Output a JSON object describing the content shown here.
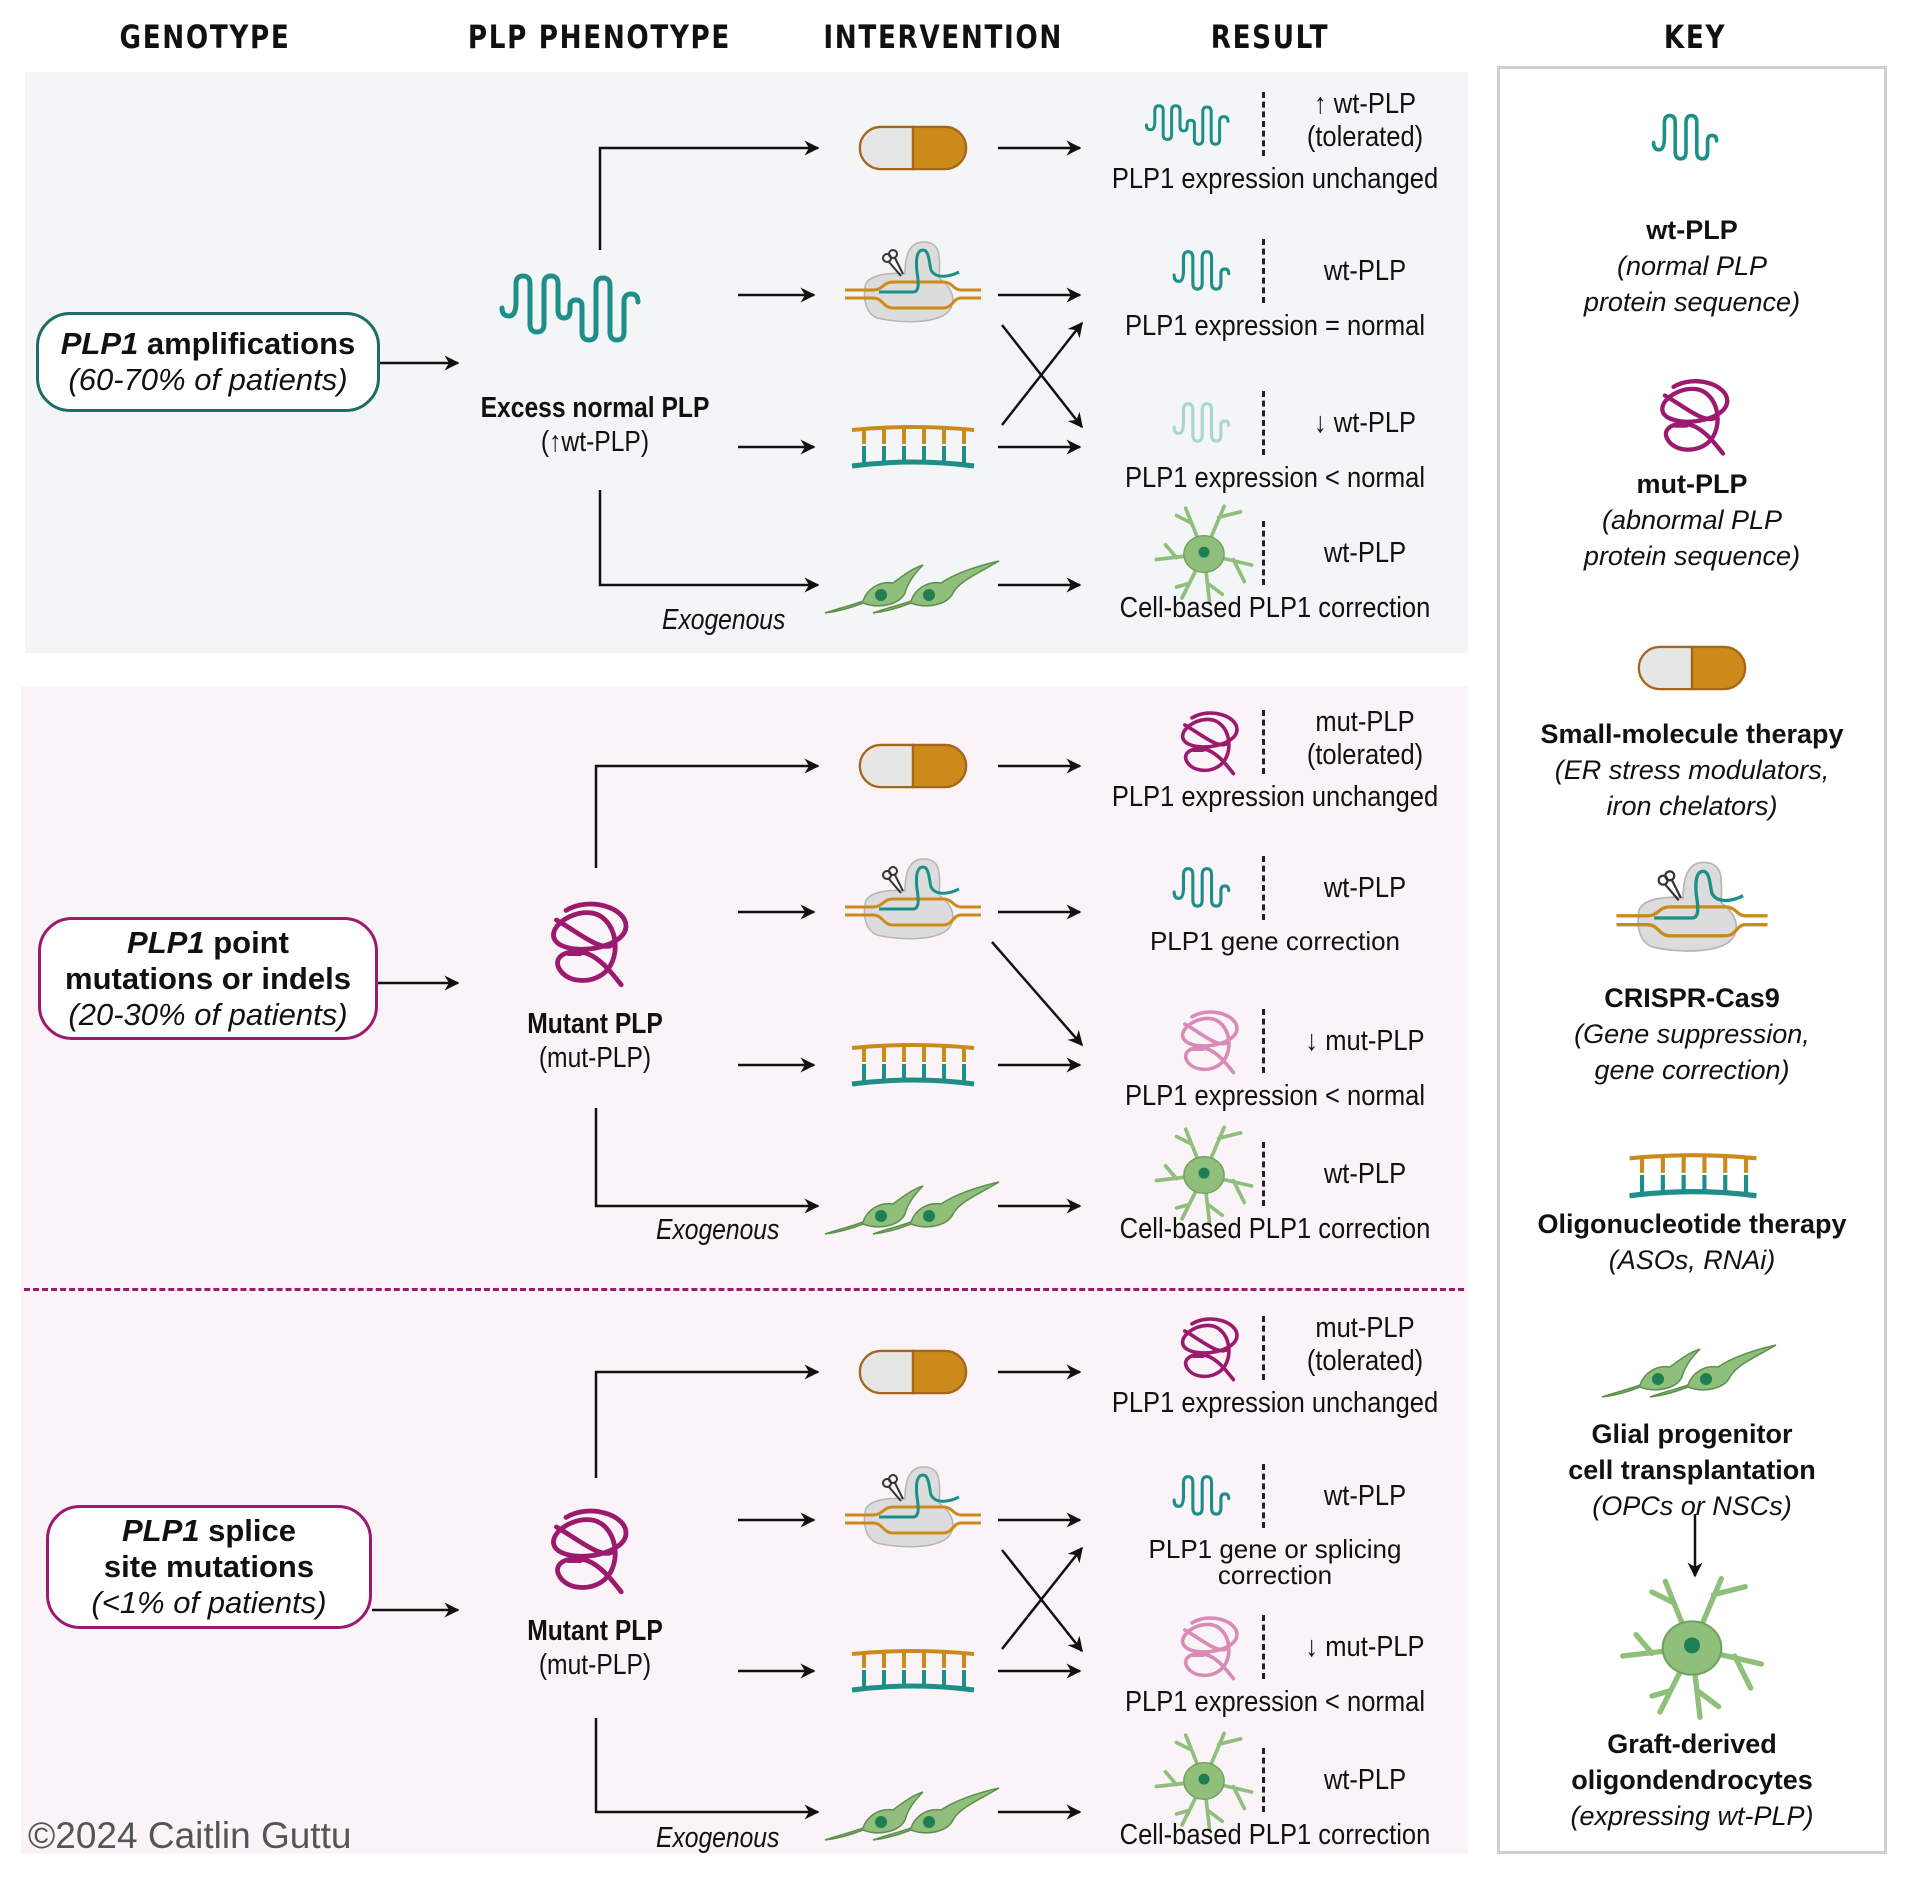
{
  "headers": {
    "genotype": "GENOTYPE",
    "phenotype": "PLP PHENOTYPE",
    "intervention": "INTERVENTION",
    "result": "RESULT",
    "key": "KEY"
  },
  "colors": {
    "teal": "#1e8f88",
    "magenta": "#9c1a6e",
    "light_teal": "#a9d6d3",
    "light_magenta": "#d98bb8",
    "orange": "#cc8a1a",
    "green_cell": "#8fbf7a",
    "top_panel_bg": "#f3f5f7",
    "pink_panel_bg": "#faf3f7"
  },
  "sections": [
    {
      "genotype": {
        "gene": "PLP1",
        "title_rest": " amplifications",
        "line2": "",
        "pct": "(60-70% of patients)"
      },
      "phenotype": {
        "icon": "wt-plp-wave-icon",
        "title": "Excess normal PLP",
        "sub": "(↑wt-PLP)"
      },
      "exogenous": "Exogenous",
      "results": [
        {
          "icon": "wt-plp-wave-icon",
          "label_arrow": "↑",
          "label": "wt-PLP",
          "label2": "(tolerated)",
          "caption": "PLP1 expression unchanged"
        },
        {
          "icon": "wt-plp-wave-icon",
          "label_arrow": "",
          "label": "wt-PLP",
          "label2": "",
          "caption": "PLP1 expression = normal"
        },
        {
          "icon": "wt-plp-wave-faded-icon",
          "label_arrow": "↓",
          "label": "wt-PLP",
          "label2": "",
          "caption": "PLP1 expression < normal"
        },
        {
          "icon": "oligodendrocyte-icon",
          "label_arrow": "",
          "label": "wt-PLP",
          "label2": "",
          "caption": "Cell-based PLP1 correction"
        }
      ]
    },
    {
      "genotype": {
        "gene": "PLP1",
        "title_rest": " point",
        "line2": "mutations or indels",
        "pct": "(20-30% of patients)"
      },
      "phenotype": {
        "icon": "mut-plp-tangle-icon",
        "title": "Mutant PLP",
        "sub": "(mut-PLP)"
      },
      "exogenous": "Exogenous",
      "results": [
        {
          "icon": "mut-plp-tangle-icon",
          "label_arrow": "",
          "label": "mut-PLP",
          "label2": "(tolerated)",
          "caption": "PLP1 expression unchanged"
        },
        {
          "icon": "wt-plp-wave-icon",
          "label_arrow": "",
          "label": "wt-PLP",
          "label2": "",
          "caption": "PLP1 gene correction"
        },
        {
          "icon": "mut-plp-tangle-faded-icon",
          "label_arrow": "↓",
          "label": "mut-PLP",
          "label2": "",
          "caption": "PLP1 expression < normal"
        },
        {
          "icon": "oligodendrocyte-icon",
          "label_arrow": "",
          "label": "wt-PLP",
          "label2": "",
          "caption": "Cell-based PLP1 correction"
        }
      ]
    },
    {
      "genotype": {
        "gene": "PLP1",
        "title_rest": " splice",
        "line2": "site mutations",
        "pct": "(<1% of patients)"
      },
      "phenotype": {
        "icon": "mut-plp-tangle-icon",
        "title": "Mutant PLP",
        "sub": "(mut-PLP)"
      },
      "exogenous": "Exogenous",
      "results": [
        {
          "icon": "mut-plp-tangle-icon",
          "label_arrow": "",
          "label": "mut-PLP",
          "label2": "(tolerated)",
          "caption": "PLP1 expression unchanged"
        },
        {
          "icon": "wt-plp-wave-icon",
          "label_arrow": "",
          "label": "wt-PLP",
          "label2": "",
          "caption": "PLP1 gene or splicing",
          "caption2": "correction"
        },
        {
          "icon": "mut-plp-tangle-faded-icon",
          "label_arrow": "↓",
          "label": "mut-PLP",
          "label2": "",
          "caption": "PLP1 expression < normal"
        },
        {
          "icon": "oligodendrocyte-icon",
          "label_arrow": "",
          "label": "wt-PLP",
          "label2": "",
          "caption": "Cell-based PLP1 correction"
        }
      ]
    }
  ],
  "interventions": [
    "small-molecule-pill-icon",
    "crispr-cas9-icon",
    "oligonucleotide-icon",
    "glial-progenitor-cells-icon"
  ],
  "key": {
    "items": [
      {
        "icon": "wt-plp-wave-icon",
        "title": "wt-PLP",
        "desc1": "(normal PLP",
        "desc2": "protein sequence)"
      },
      {
        "icon": "mut-plp-tangle-icon",
        "title": "mut-PLP",
        "desc1": "(abnormal PLP",
        "desc2": "protein sequence)"
      },
      {
        "icon": "small-molecule-pill-icon",
        "title": "Small-molecule therapy",
        "desc1": "(ER stress modulators,",
        "desc2": "iron chelators)"
      },
      {
        "icon": "crispr-cas9-icon",
        "title": "CRISPR-Cas9",
        "desc1": "(Gene suppression,",
        "desc2": "gene correction)"
      },
      {
        "icon": "oligonucleotide-icon",
        "title": "Oligonucleotide therapy",
        "desc1": "(ASOs, RNAi)",
        "desc2": ""
      },
      {
        "icon": "glial-progenitor-cells-icon",
        "title": "Glial progenitor",
        "title2": "cell transplantation",
        "desc1": "(OPCs or NSCs)",
        "desc2": ""
      },
      {
        "icon": "oligodendrocyte-icon",
        "title": "Graft-derived",
        "title2": "oligondendrocytes",
        "desc1": "(expressing wt-PLP)",
        "desc2": ""
      }
    ]
  },
  "copyright": "©2024 Caitlin Guttu"
}
